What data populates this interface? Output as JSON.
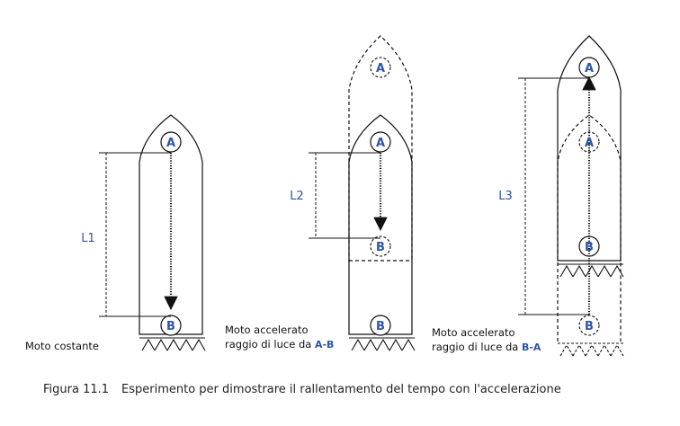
{
  "colors": {
    "ink": "#111111",
    "label_blue": "#2f55a8"
  },
  "labels": {
    "point_a": "A",
    "point_b": "B",
    "length_1": "L1",
    "length_2": "L2",
    "length_3": "L3"
  },
  "panels": [
    {
      "caption_line1": "Moto costante",
      "caption_line2": "",
      "caption_dir": ""
    },
    {
      "caption_line1": "Moto accelerato",
      "caption_line2": "raggio di luce da",
      "caption_dir": "A-B"
    },
    {
      "caption_line1": "Moto accelerato",
      "caption_line2": "raggio di luce da",
      "caption_dir": "B-A"
    }
  ],
  "figure": {
    "number": "Figura 11.1",
    "caption": "Esperimento per dimostrare il rallentamento del tempo con l'accelerazione"
  }
}
